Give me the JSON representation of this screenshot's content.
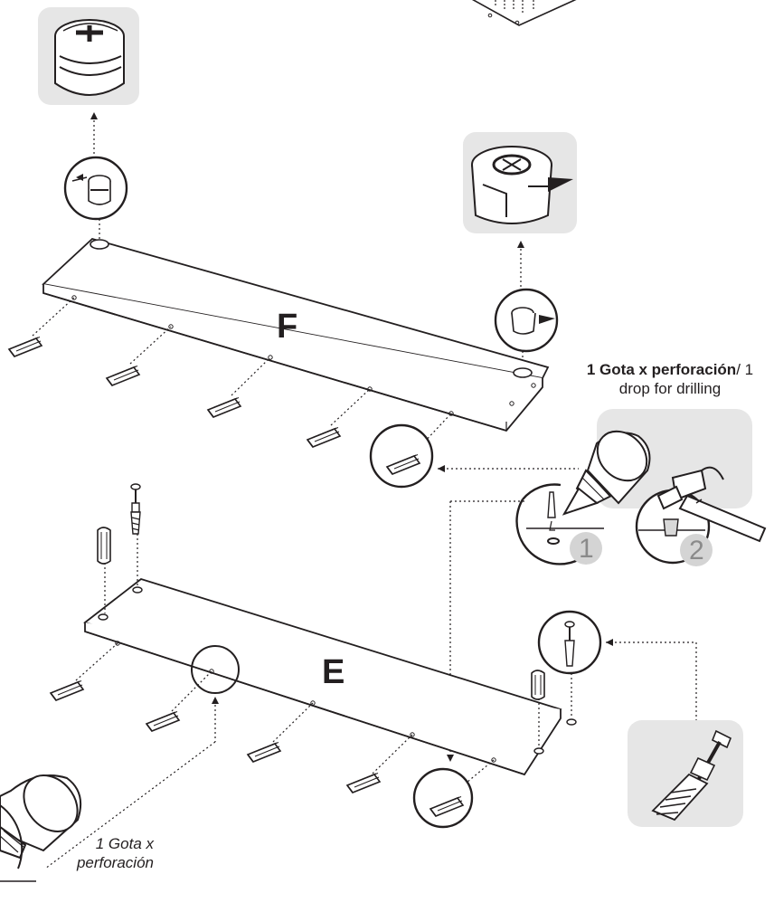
{
  "panels": {
    "top": {
      "letter": "F"
    },
    "bottom": {
      "letter": "E"
    }
  },
  "glue_note_right": {
    "bold": "1 Gota x perforación",
    "regular": "/ 1 drop for drilling"
  },
  "glue_note_left": {
    "text": "1 Gota x perforación"
  },
  "steps": {
    "first": "1",
    "second": "2"
  },
  "icons": [
    "cam-lock-icon",
    "cam-housing-icon",
    "wooden-dowel-icon",
    "glue-bottle-icon",
    "hammer-icon",
    "connector-bolt-icon",
    "expansion-anchor-icon"
  ],
  "colors": {
    "line": "#231f20",
    "detail_bg": "#e6e6e6",
    "step_label": "#8a8a8a"
  }
}
